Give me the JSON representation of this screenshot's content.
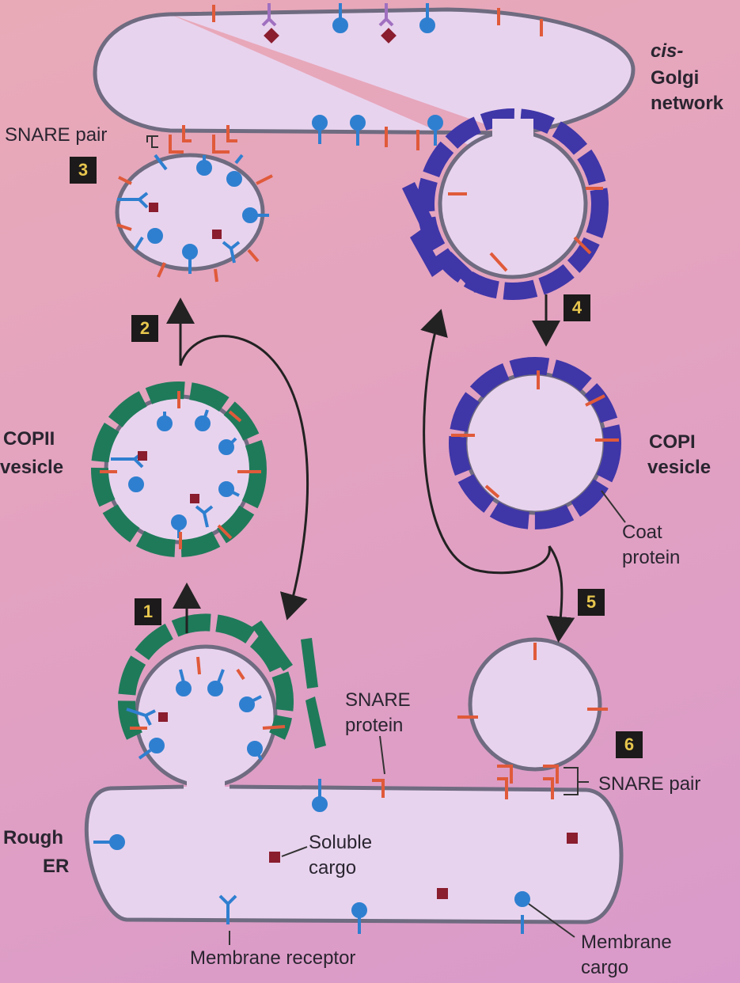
{
  "labels": {
    "cis_golgi_1": "cis-",
    "cis_golgi_2": "Golgi",
    "cis_golgi_3": "network",
    "snare_pair_top": "SNARE pair",
    "copii_1": "COPII",
    "copii_2": "vesicle",
    "copi_1": "COPI",
    "copi_2": "vesicle",
    "coat_protein_1": "Coat",
    "coat_protein_2": "protein",
    "snare_protein_1": "SNARE",
    "snare_protein_2": "protein",
    "snare_pair_bottom": "SNARE pair",
    "rough_er_1": "Rough",
    "rough_er_2": "ER",
    "soluble_cargo_1": "Soluble",
    "soluble_cargo_2": "cargo",
    "membrane_receptor": "Membrane receptor",
    "membrane_cargo_1": "Membrane",
    "membrane_cargo_2": "cargo"
  },
  "steps": [
    "1",
    "2",
    "3",
    "4",
    "5",
    "6"
  ],
  "colors": {
    "membrane": "#6f6b80",
    "snare": "#e05a3a",
    "receptor": "#2f7fd0",
    "cargo": "#8a1d2e",
    "copii_coat": "#1f7a5a",
    "copi_coat": "#3f36a8",
    "lumen": "#e8d3ee"
  }
}
